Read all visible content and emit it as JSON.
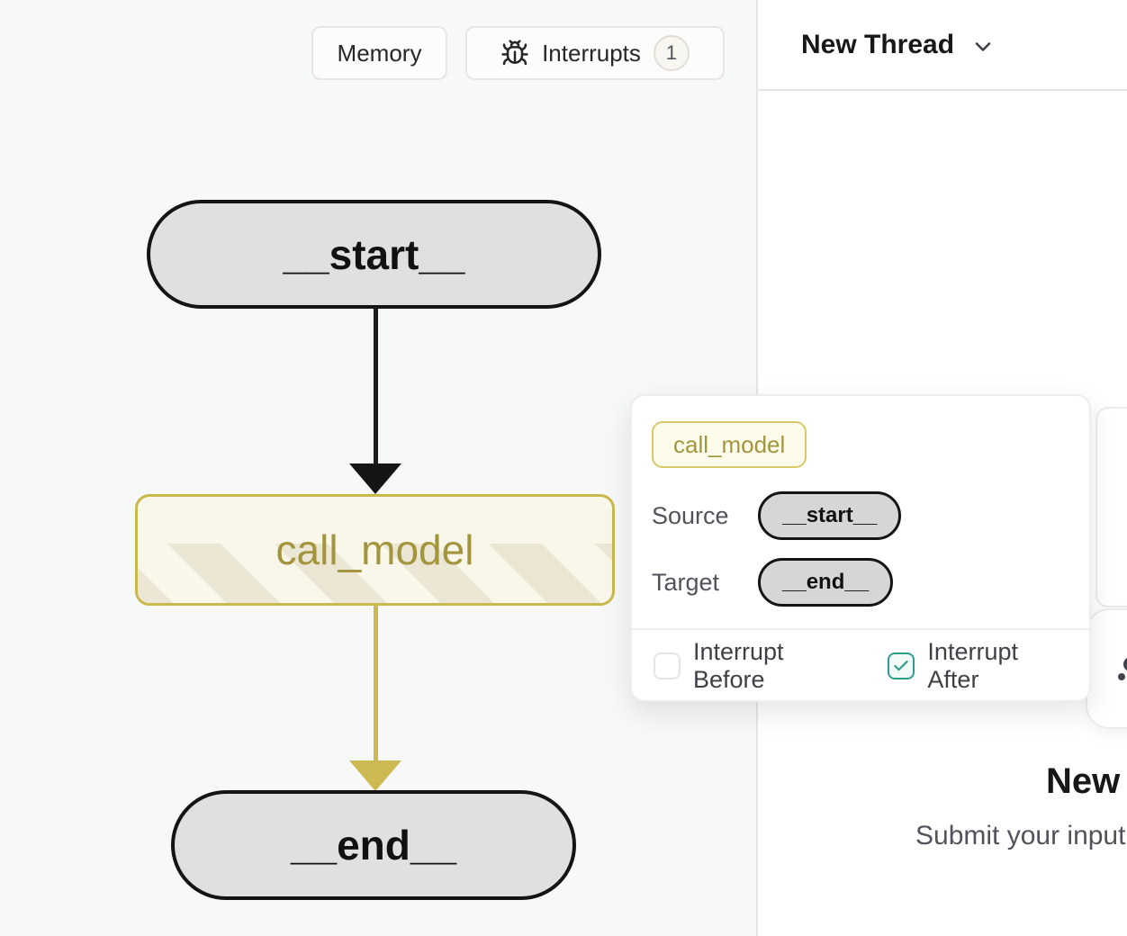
{
  "toolbar": {
    "memory_label": "Memory",
    "interrupts_label": "Interrupts",
    "interrupts_count": "1"
  },
  "thread_header": {
    "title": "New Thread"
  },
  "graph": {
    "nodes": [
      {
        "id": "__start__",
        "label": "__start__",
        "type": "pill"
      },
      {
        "id": "call_model",
        "label": "call_model",
        "type": "task",
        "state": "interrupt-striped"
      },
      {
        "id": "__end__",
        "label": "__end__",
        "type": "pill"
      }
    ],
    "edges": [
      {
        "from": "__start__",
        "to": "call_model",
        "color": "#141414"
      },
      {
        "from": "call_model",
        "to": "__end__",
        "color": "#cdb952"
      }
    ]
  },
  "popover": {
    "node_chip": "call_model",
    "rows": [
      {
        "label": "Source",
        "value": "__start__"
      },
      {
        "label": "Target",
        "value": "__end__"
      }
    ],
    "interrupt_before": {
      "label": "Interrupt Before",
      "checked": false
    },
    "interrupt_after": {
      "label": "Interrupt After",
      "checked": true
    }
  },
  "empty_state": {
    "title": "New Thread",
    "subtitle": "Submit your input"
  },
  "colors": {
    "accent_yellow_border": "#c9b84c",
    "accent_yellow_fill": "#f9f7ea",
    "accent_yellow_text": "#a3953e",
    "edge_yellow": "#cdb952",
    "edge_black": "#141414",
    "node_gray_fill": "#e0e0e0",
    "teal_checked": "#2f9d8e",
    "canvas_bg": "#f7f8f8",
    "panel_bg": "#ffffff"
  }
}
